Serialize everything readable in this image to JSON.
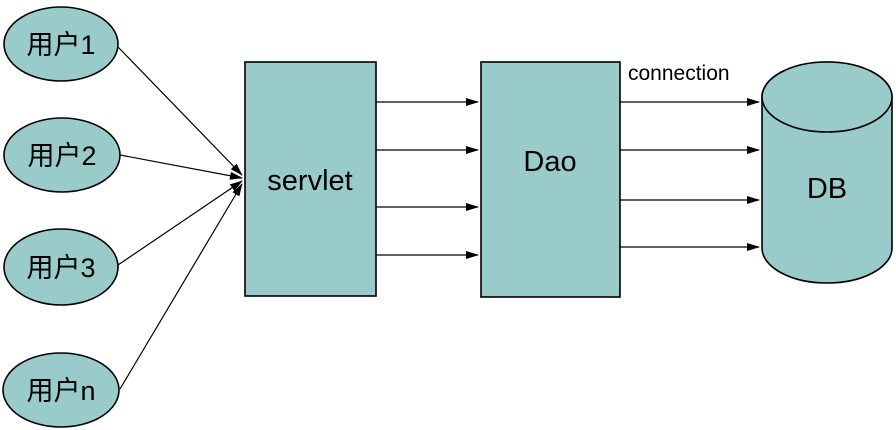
{
  "diagram": {
    "colors": {
      "background": "#ffffff",
      "shape_fill": "#9acbcb",
      "shape_stroke": "#000000",
      "text": "#000000",
      "arrow": "#000000"
    },
    "users": [
      {
        "label": "用户1"
      },
      {
        "label": "用户2"
      },
      {
        "label": "用户3"
      },
      {
        "label": "用户n"
      }
    ],
    "nodes": {
      "servlet": {
        "label": "servlet",
        "shape": "rectangle"
      },
      "dao": {
        "label": "Dao",
        "shape": "rectangle"
      },
      "db": {
        "label": "DB",
        "shape": "cylinder"
      }
    },
    "edges": {
      "user_to_servlet_arrow_count": 4,
      "servlet_to_dao_arrow_count": 4,
      "dao_to_db_arrow_count": 4,
      "dao_to_db_label": "connection"
    }
  }
}
